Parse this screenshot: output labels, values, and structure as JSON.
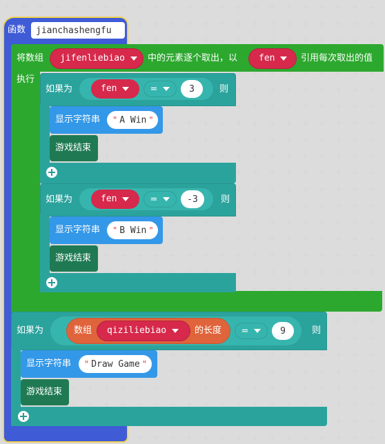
{
  "function": {
    "keyword": "函数",
    "name": "jianchashengfu"
  },
  "foreach": {
    "prefix": "将数组",
    "array_var": "jifenliebiao",
    "middle": "中的元素逐个取出，以",
    "item_var": "fen",
    "suffix": "引用每次取出的值",
    "do_label": "执行"
  },
  "if1": {
    "keyword": "如果为",
    "var": "fen",
    "op": "=",
    "value": "3",
    "then": "则",
    "show_label": "显示字符串",
    "show_value": "A Win",
    "end_label": "游戏结束"
  },
  "if2": {
    "keyword": "如果为",
    "var": "fen",
    "op": "=",
    "value": "-3",
    "then": "则",
    "show_label": "显示字符串",
    "show_value": "B Win",
    "end_label": "游戏结束"
  },
  "if3": {
    "keyword": "如果为",
    "array_prefix": "数组",
    "array_var": "qiziliebiao",
    "length_label": "的长度",
    "op": "=",
    "value": "9",
    "then": "则",
    "show_label": "显示字符串",
    "show_value": "Draw Game",
    "end_label": "游戏结束"
  },
  "colors": {
    "function": "#3f5bd6",
    "loop": "#2da82f",
    "logic": "#2ba39d",
    "display": "#3498e8",
    "control": "#1f7a53",
    "variable": "#d6294b",
    "array": "#e0643b"
  }
}
